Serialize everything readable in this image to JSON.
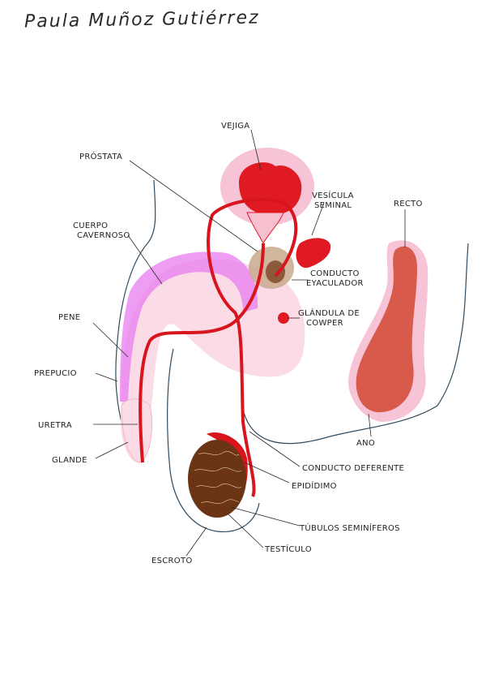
{
  "author": "Paula Muñoz Gutiérrez",
  "labels": {
    "vejiga": "VEJIGA",
    "prostata": "PRÓSTATA",
    "vesicula_1": "VESÍCULA",
    "vesicula_2": "SEMINAL",
    "recto": "RECTO",
    "cuerpo_1": "CUERPO",
    "cuerpo_2": "CAVERNOSO",
    "conducto_eyac_1": "CONDUCTO",
    "conducto_eyac_2": "EYACULADOR",
    "glandula_1": "GLÁNDULA DE",
    "glandula_2": "COWPER",
    "pene": "PENE",
    "prepucio": "PREPUCIO",
    "uretra": "URETRA",
    "glande": "GLANDE",
    "ano": "ANO",
    "conducto_def": "CONDUCTO DEFERENTE",
    "epididimo": "EPIDÍDIMO",
    "tubulos": "TÚBULOS SEMINÍFEROS",
    "testiculo": "TESTÍCULO",
    "escroto": "ESCROTO"
  },
  "colors": {
    "outline": "#2f4a5e",
    "duct_red": "#d8141c",
    "bladder_red": "#e01a22",
    "pink_glow": "#f7c3d6",
    "light_pink": "#fbdbe6",
    "violet": "#e87cf0",
    "prostate_tan": "#c9a98d",
    "prostate_brown": "#8a5a3a",
    "testis_brown": "#6b3515",
    "rectum": "#d85a4a"
  }
}
